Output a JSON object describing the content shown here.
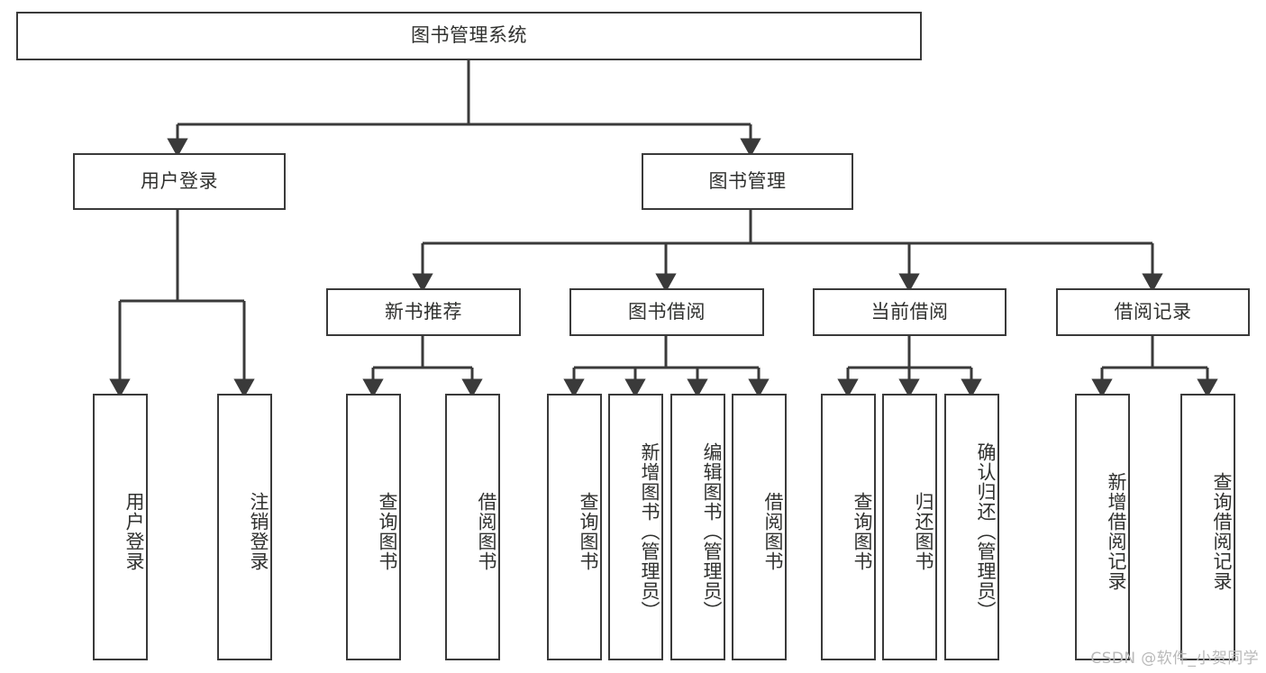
{
  "diagram": {
    "title": "图书管理系统",
    "type": "tree-hierarchy-diagram",
    "orientation": "top-down",
    "colors": {
      "box_border": "#3a3a3a",
      "box_fill": "#ffffff",
      "edge": "#3a3a3a",
      "text": "#30312f",
      "watermark": "#b9b9b9",
      "background": "#ffffff"
    },
    "root": {
      "label": "图书管理系统"
    },
    "level2": [
      {
        "label": "用户登录"
      },
      {
        "label": "图书管理"
      }
    ],
    "level3": [
      {
        "label": "新书推荐"
      },
      {
        "label": "图书借阅"
      },
      {
        "label": "当前借阅"
      },
      {
        "label": "借阅记录"
      }
    ],
    "leaves": {
      "user_login": [
        {
          "label": "用户登录"
        },
        {
          "label": "注销登录"
        }
      ],
      "new_book_recommend": [
        {
          "label": "查询图书"
        },
        {
          "label": "借阅图书"
        }
      ],
      "book_borrow": [
        {
          "label": "查询图书"
        },
        {
          "label": "新增图书（管理员）"
        },
        {
          "label": "编辑图书（管理员）"
        },
        {
          "label": "借阅图书"
        }
      ],
      "current_borrow": [
        {
          "label": "查询图书"
        },
        {
          "label": "归还图书"
        },
        {
          "label": "确认归还（管理员）"
        }
      ],
      "borrow_record": [
        {
          "label": "新增借阅记录"
        },
        {
          "label": "查询借阅记录"
        }
      ]
    },
    "watermark": "CSDN @软件_小贺同学"
  }
}
